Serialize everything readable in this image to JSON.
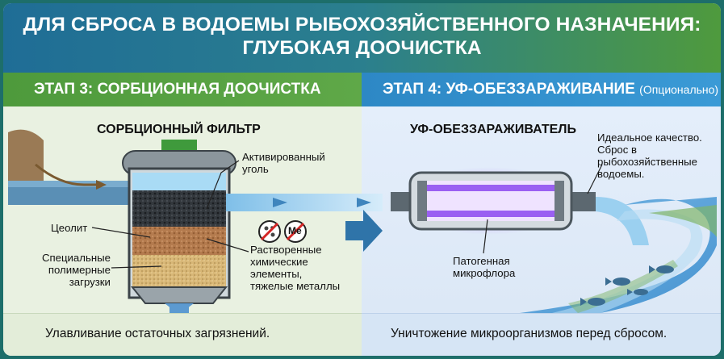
{
  "header": {
    "line1": "ДЛЯ СБРОСА В ВОДОЕМЫ РЫБОХОЗЯЙСТВЕННОГО НАЗНАЧЕНИЯ:",
    "line2": "ГЛУБОКАЯ ДООЧИСТКА"
  },
  "stage3": {
    "title": "ЭТАП 3: СОРБЦИОННАЯ ДООЧИСТКА",
    "device_title": "СОРБЦИОННЫЙ ФИЛЬТР",
    "layers": {
      "carbon": "Активированный\nуголь",
      "zeolite": "Цеолит",
      "polymer": "Специальные\nполимерные\nзагрузки"
    },
    "pollutants": "Растворенные\nхимические\nэлементы,\nтяжелые металлы",
    "metal_symbol": "Me",
    "caption": "Улавливание остаточных загрязнений."
  },
  "stage4": {
    "title": "ЭТАП 4: УФ-ОБЕЗЗАРАЖИВАНИЕ",
    "optional": "(Опционально)",
    "device_title": "УФ-ОБЕЗЗАРАЖИВАТЕЛЬ",
    "quality_note": "Идеальное качество.\nСброс в\nрыбохозяйственные\nводоемы.",
    "pathogen_label": "Патогенная\nмикрофлора",
    "caption": "Уничтожение микроорганизмов перед сбросом."
  },
  "colors": {
    "header_left": "#1f6d96",
    "header_right": "#4f9a3d",
    "stage3_band": "#5fa848",
    "stage4_band": "#2d88c5",
    "water": "#8cc8ec",
    "uv_glow": "#b37cff"
  }
}
